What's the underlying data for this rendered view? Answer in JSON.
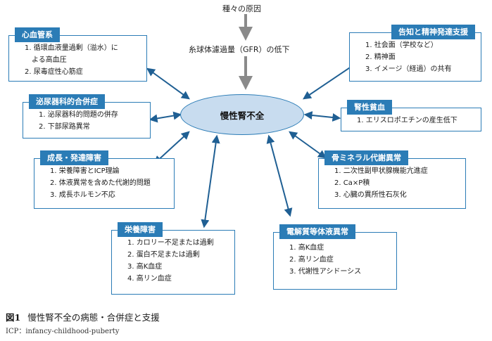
{
  "top": {
    "cause": "種々の原因",
    "gfr": "糸球体濾過量（GFR）の低下"
  },
  "center": "慢性腎不全",
  "boxes": {
    "cardio": {
      "title": "心血管系",
      "items": [
        "1. 循環血液量過剰（溢水）に",
        "よる高血圧",
        "2. 尿毒症性心筋症"
      ]
    },
    "uro": {
      "title": "泌尿器科的合併症",
      "items": [
        "1. 泌尿器科的問題の併存",
        "2. 下部尿路異常"
      ]
    },
    "growth": {
      "title": "成長・発達障害",
      "items": [
        "1. 栄養障害とICP理論",
        "2. 体液異常を含めた代謝的問題",
        "3. 成長ホルモン不応"
      ]
    },
    "nutrition": {
      "title": "栄養障害",
      "items": [
        "1. カロリー不足または過剰",
        "2. 蛋白不足または過剰",
        "3. 高K血症",
        "4. 高リン血症"
      ]
    },
    "cognitive": {
      "title": "告知と精神発達支援",
      "items": [
        "1. 社会面（学校など）",
        "2. 精神面",
        "3. イメージ（経過）の共有"
      ]
    },
    "anemia": {
      "title": "腎性貧血",
      "items": [
        "1. エリスロポエチンの産生低下"
      ]
    },
    "bone": {
      "title": "骨ミネラル代謝異常",
      "items": [
        "1. 二次性副甲状腺機能亢進症",
        "2. Ca×P積",
        "3. 心臓の異所性石灰化"
      ]
    },
    "electrolyte": {
      "title": "電解質等体液異常",
      "items": [
        "1. 高K血症",
        "2. 高リン血症",
        "3. 代謝性アシドーシス"
      ]
    }
  },
  "caption": {
    "number": "図1",
    "text": "慢性腎不全の病態・合併症と支援",
    "note": "ICP：infancy-childhood-puberty"
  },
  "colors": {
    "accent": "#2b7cb6",
    "ellipse_fill": "#c8dcef",
    "arrow": "#1f5f93",
    "flow_arrow": "#8a8a8a"
  }
}
